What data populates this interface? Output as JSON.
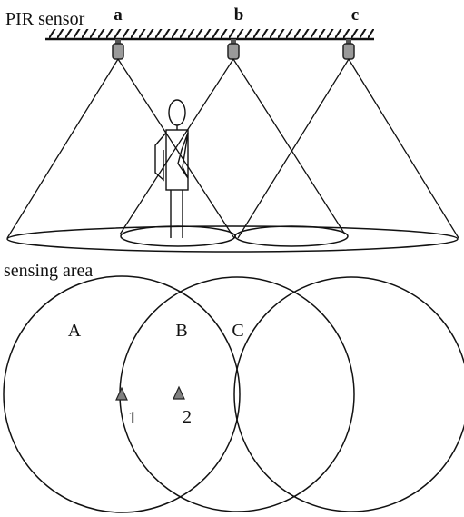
{
  "labels": {
    "pir_sensor": "PIR sensor",
    "sensing_area": "sensing area"
  },
  "sensors": [
    {
      "id": "a"
    },
    {
      "id": "b"
    },
    {
      "id": "c"
    }
  ],
  "areas": [
    {
      "id": "A"
    },
    {
      "id": "B"
    },
    {
      "id": "C"
    }
  ],
  "markers": [
    {
      "id": "1",
      "icon": "triangle-marker-icon"
    },
    {
      "id": "2",
      "icon": "triangle-marker-icon"
    }
  ],
  "colors": {
    "line": "#111111",
    "background": "#ffffff",
    "sensor_fill": "#9a9a9a",
    "marker_fill": "#808080"
  }
}
